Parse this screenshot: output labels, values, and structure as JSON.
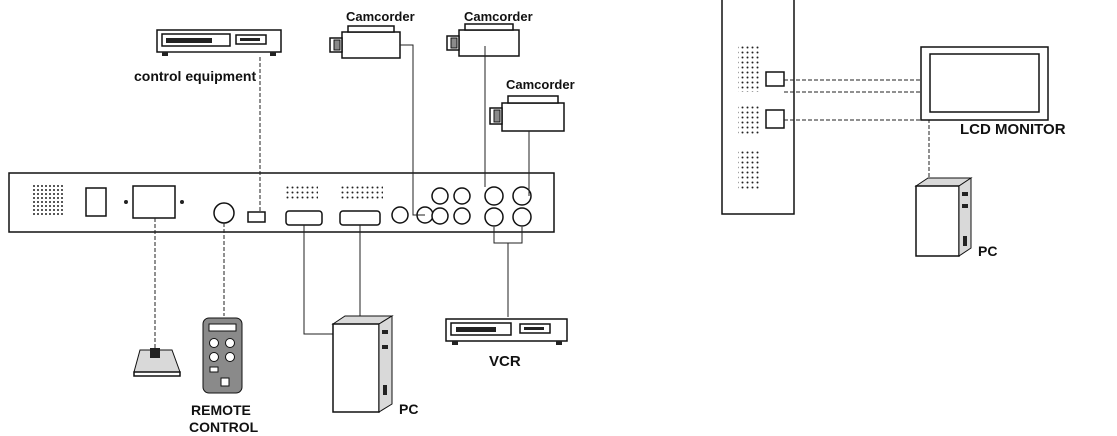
{
  "labels": {
    "control_equipment": "control equipment",
    "camcorder_1": "Camcorder",
    "camcorder_2": "Camcorder",
    "camcorder_3": "Camcorder",
    "remote_control_line1": "REMOTE",
    "remote_control_line2": "CONTROL",
    "pc_main": "PC",
    "vcr": "VCR",
    "lcd_monitor": "LCD MONITOR",
    "pc_right": "PC"
  },
  "icons": {
    "camcorder": "camcorder-icon",
    "vcr": "vcr-icon",
    "pc": "pc-tower-icon",
    "remote": "remote-control-icon",
    "monitor": "lcd-monitor-icon",
    "power": "power-plug-icon"
  }
}
